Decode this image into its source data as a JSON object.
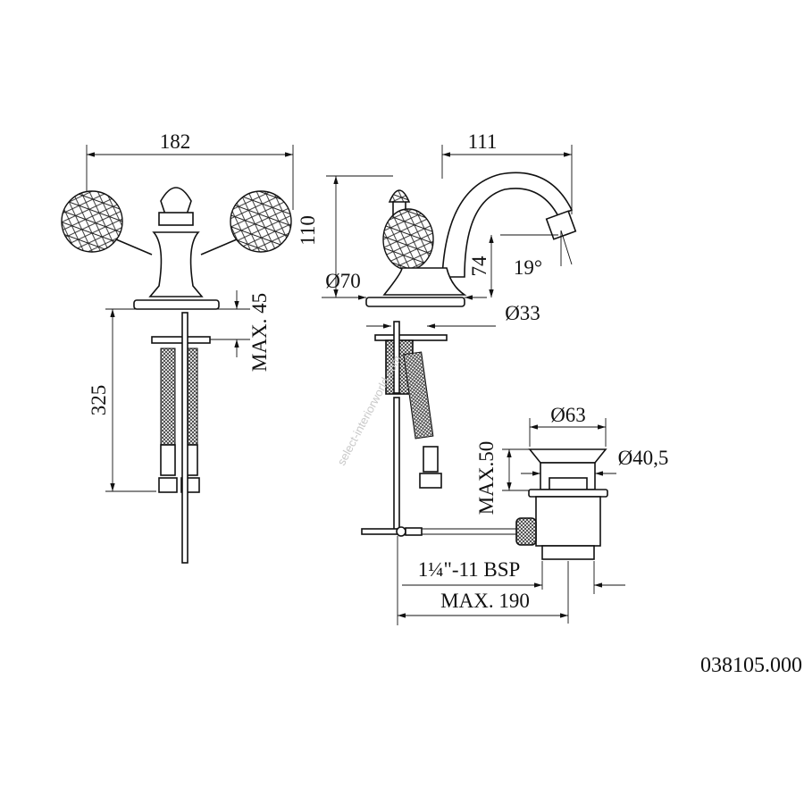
{
  "drawing": {
    "front_view": {
      "width_label": "182",
      "max_mount_label": "MAX. 45",
      "hose_length_label": "325"
    },
    "side_view": {
      "reach_label": "111",
      "height_label": "110",
      "base_diameter_label": "Ø70",
      "spout_height_label": "74",
      "angle_label": "19°",
      "hole_diameter_label": "Ø33"
    },
    "drain": {
      "flange_diameter_label": "Ø63",
      "waste_diameter_label": "Ø40,5",
      "max_height_label": "MAX.50",
      "thread_label": "1¼\"-11 BSP",
      "max_length_label": "MAX. 190"
    },
    "product_code": "038105.000",
    "watermark": "select-interiorworld.com"
  }
}
